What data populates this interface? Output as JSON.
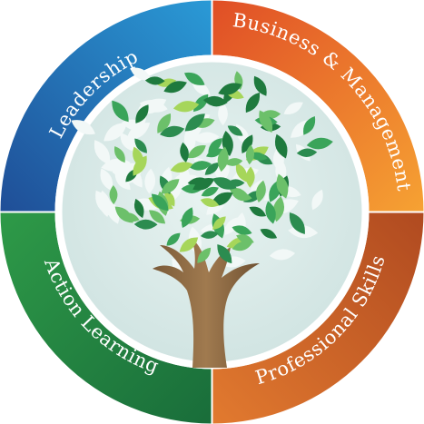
{
  "segments": [
    {
      "label": "Leadership",
      "color_inner": "#1f4e97",
      "color_outer": "#2a9ad6"
    },
    {
      "label": "Business & Management",
      "color_inner": "#e04e26",
      "color_outer": "#f6a233"
    },
    {
      "label": "Action Learning",
      "color_inner": "#2e9a48",
      "color_outer": "#196d3a"
    },
    {
      "label": "Professional Skills",
      "color_inner": "#b04a20",
      "color_outer": "#e27a2f"
    }
  ],
  "colors": {
    "center_background": "#dcebe9",
    "trunk": "#8b6a45",
    "leaf_greens": [
      "#1f7a3e",
      "#3aa45a",
      "#6cc06a",
      "#a6d65a",
      "#2c8c50"
    ],
    "leaf_ghost": "#f2f8f7"
  },
  "icons": {
    "center": "tree-icon"
  }
}
